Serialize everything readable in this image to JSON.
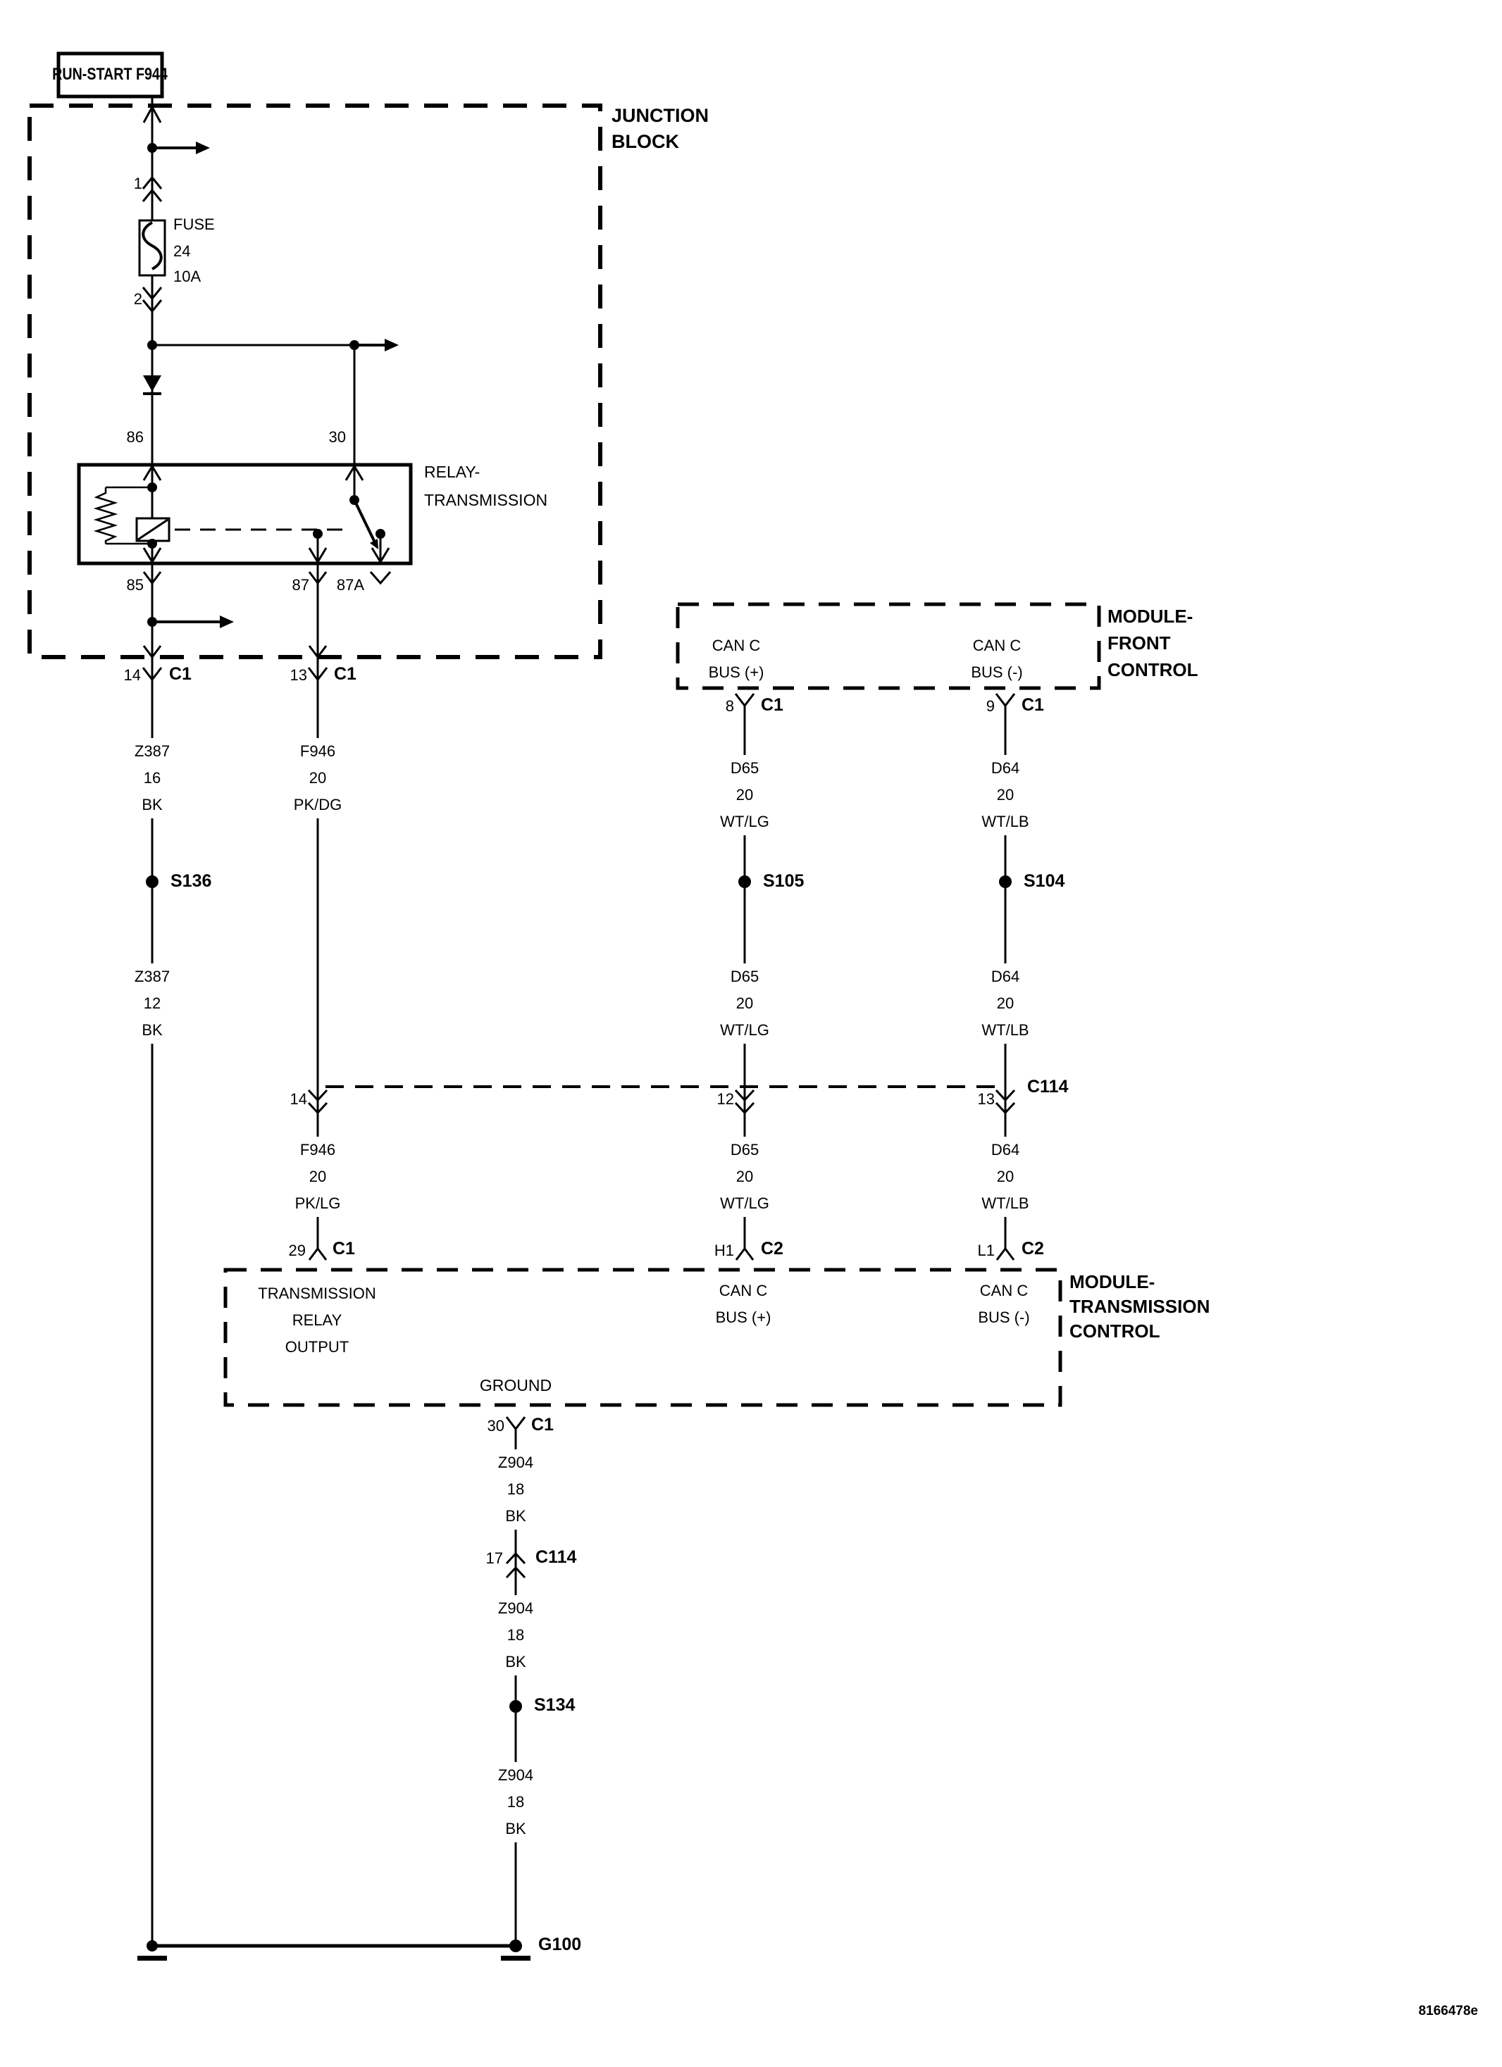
{
  "colors": {
    "ink": "#000000",
    "paper": "#ffffff"
  },
  "doc_id": "8166478e",
  "power": {
    "label": "RUN-START F944"
  },
  "junction_block": {
    "title": [
      "JUNCTION",
      "BLOCK"
    ],
    "conn_in_pin": "1",
    "conn_out_pin": "2",
    "fuse": {
      "name": "FUSE",
      "number": "24",
      "rating": "10A"
    },
    "relay": {
      "title": [
        "RELAY-",
        "TRANSMISSION"
      ],
      "pin_86": "86",
      "pin_30": "30",
      "pin_85": "85",
      "pin_87": "87",
      "pin_87a": "87A"
    }
  },
  "front_control_module": {
    "title": [
      "MODULE-",
      "FRONT",
      "CONTROL"
    ],
    "can_plus": [
      "CAN C",
      "BUS (+)"
    ],
    "can_minus": [
      "CAN C",
      "BUS (-)"
    ],
    "pin_8": "8",
    "pin_9": "9"
  },
  "transmission_control_module": {
    "title": [
      "MODULE-",
      "TRANSMISSION",
      "CONTROL"
    ],
    "relay_output": [
      "TRANSMISSION",
      "RELAY",
      "OUTPUT"
    ],
    "can_plus": [
      "CAN C",
      "BUS (+)"
    ],
    "can_minus": [
      "CAN C",
      "BUS (-)"
    ],
    "ground_label": "GROUND",
    "pin_29": "29",
    "pin_h1": "H1",
    "pin_l1": "L1",
    "pin_30": "30"
  },
  "connectors": {
    "c1": "C1",
    "c2": "C2",
    "c114": "C114",
    "jb_pin_14": "14",
    "jb_pin_13": "13",
    "c114_pin_14": "14",
    "c114_pin_12": "12",
    "c114_pin_13": "13",
    "c114_pin_17": "17"
  },
  "splices": {
    "s136": "S136",
    "s105": "S105",
    "s104": "S104",
    "s134": "S134"
  },
  "grounds": {
    "g100": "G100"
  },
  "wires": {
    "z387_16": [
      "Z387",
      "16",
      "BK"
    ],
    "z387_12": [
      "Z387",
      "12",
      "BK"
    ],
    "f946_dg": [
      "F946",
      "20",
      "PK/DG"
    ],
    "f946_lg": [
      "F946",
      "20",
      "PK/LG"
    ],
    "d65": [
      "D65",
      "20",
      "WT/LG"
    ],
    "d64": [
      "D64",
      "20",
      "WT/LB"
    ],
    "z904": [
      "Z904",
      "18",
      "BK"
    ]
  }
}
